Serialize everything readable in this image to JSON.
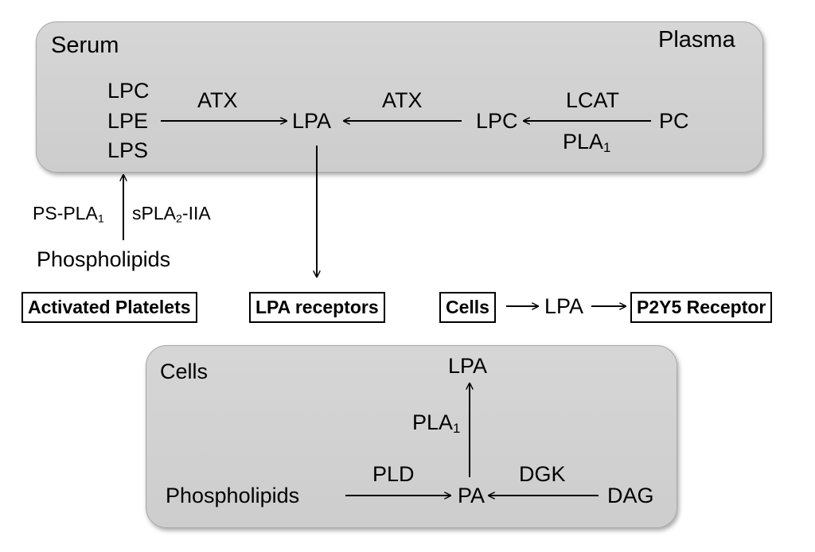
{
  "serum_panel": {
    "label_left": "Serum",
    "label_right": "Plasma",
    "substrates": [
      "LPC",
      "LPE",
      "LPS"
    ],
    "enzyme_atx_left": "ATX",
    "lpa_center": "LPA",
    "enzyme_atx_right": "ATX",
    "lpc_right": "LPC",
    "enzyme_lcat": "LCAT",
    "enzyme_pla1": {
      "base": "PLA",
      "sub": "1"
    },
    "pc": "PC"
  },
  "phospholipid_input": {
    "enzyme_ps_pla1": {
      "base": "PS-PLA",
      "sub": "1"
    },
    "enzyme_spla2": {
      "base": "sPLA",
      "sub": "2",
      "suffix": "-IIA"
    },
    "label": "Phospholipids"
  },
  "middle_row": {
    "activated_platelets": "Activated Platelets",
    "lpa_receptors": "LPA receptors",
    "cells": "Cells",
    "lpa": "LPA",
    "p2y5_receptor": "P2Y5 Receptor"
  },
  "cells_panel": {
    "label": "Cells",
    "lpa_top": "LPA",
    "enzyme_pla1": {
      "base": "PLA",
      "sub": "1"
    },
    "phospholipids": "Phospholipids",
    "enzyme_pld": "PLD",
    "pa": "PA",
    "enzyme_dgk": "DGK",
    "dag": "DAG"
  }
}
